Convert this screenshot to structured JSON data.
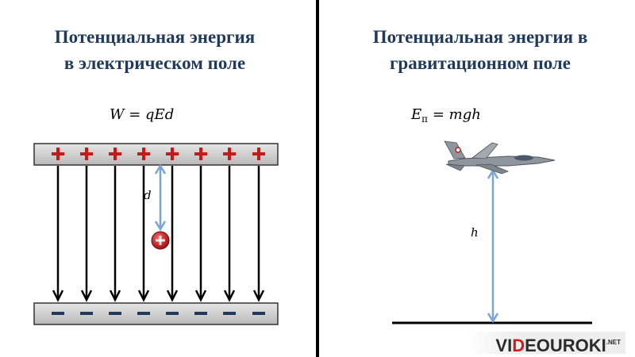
{
  "left": {
    "title_line1": "Потенциальная энергия",
    "title_line2": "в электрическом поле",
    "formula": "W = qEd",
    "distance_label": "d"
  },
  "right": {
    "title_line1": "Потенциальная энергия в",
    "title_line2": "гравитационном поле",
    "formula_main": "E",
    "formula_sub": "п",
    "formula_rest": " = mgh",
    "height_label": "h"
  },
  "logo": {
    "part1": "VI",
    "part2": "D",
    "part3": "EOUROKI",
    "suffix": ".NET"
  },
  "colors": {
    "title": "#1f3a5c",
    "plus": "#c41a1a",
    "minus": "#1f3a5c",
    "plate": "#d4d4d4",
    "arrow": "#7aa3d6",
    "charge": "#c62828"
  },
  "icons": [
    "plus-sign-icon",
    "minus-sign-icon",
    "charge-icon",
    "jet-icon"
  ]
}
